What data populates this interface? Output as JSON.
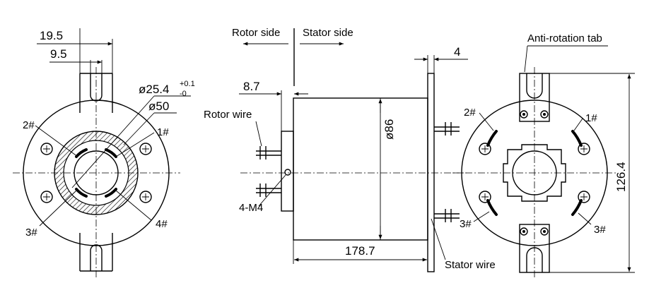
{
  "front_view": {
    "dims": {
      "d195": "19.5",
      "d95": "9.5",
      "bore": "ø25.4",
      "tol_plus": "+0.1",
      "tol_minus": "-0",
      "od50": "ø50"
    },
    "holes": {
      "h1": "1#",
      "h2": "2#",
      "h3": "3#",
      "h4": "4#"
    }
  },
  "side_view": {
    "rotor_side": "Rotor side",
    "stator_side": "Stator side",
    "rotor_wire": "Rotor wire",
    "stator_wire": "Stator wire",
    "screw": "4-M4",
    "d87": "8.7",
    "d4": "4",
    "d86": "ø86",
    "d1787": "178.7"
  },
  "back_view": {
    "anti_rotation_tab": "Anti-rotation tab",
    "d1264": "126.4",
    "holes": {
      "h1": "1#",
      "h2": "2#",
      "h3a": "3#",
      "h3b": "3#"
    }
  }
}
